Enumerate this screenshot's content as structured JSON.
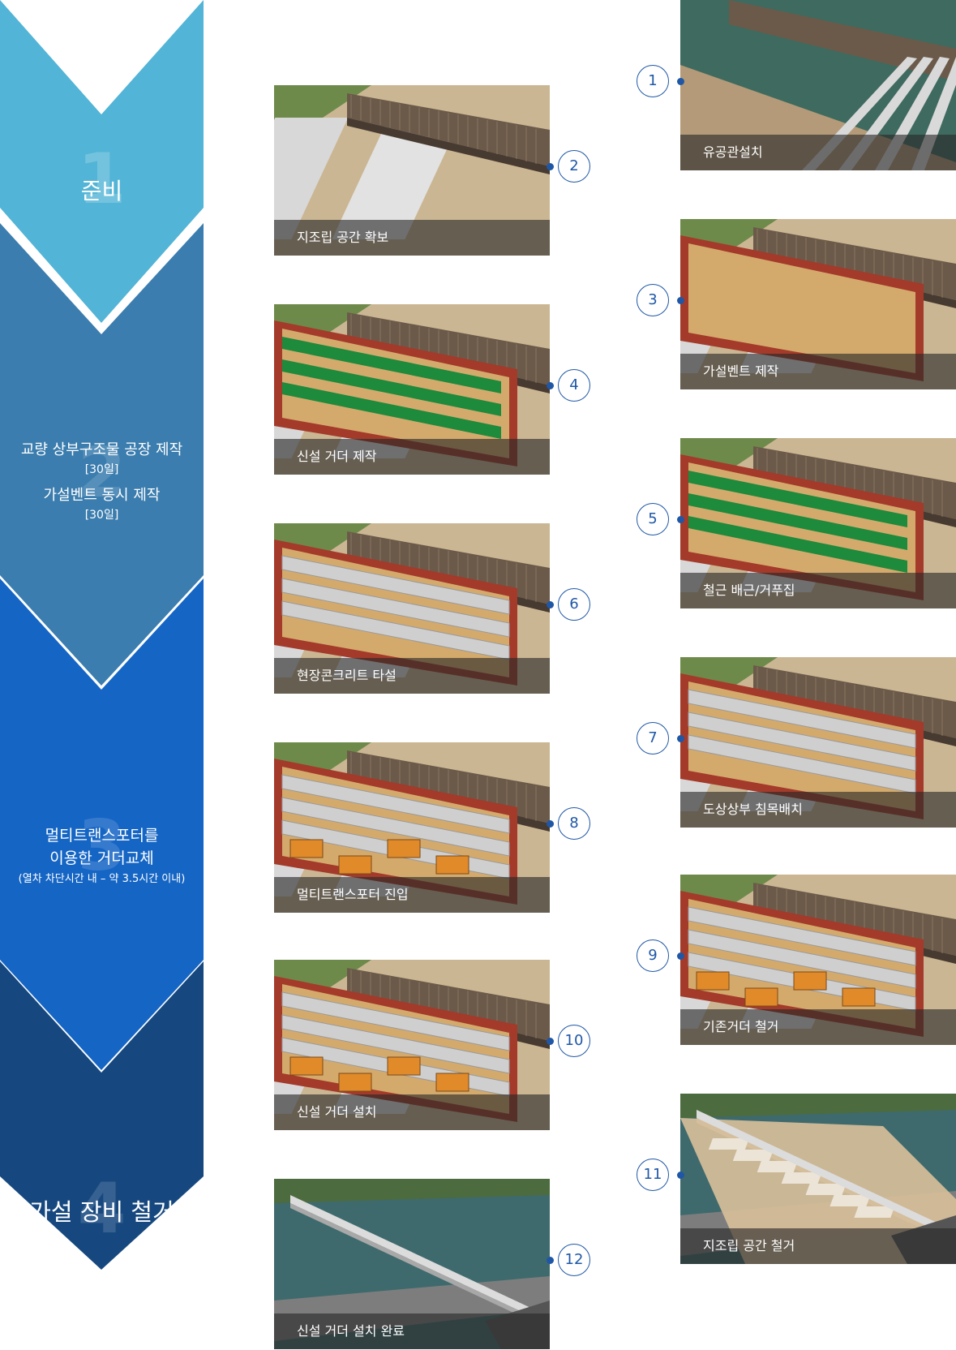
{
  "phases": [
    {
      "number": "1",
      "title_lines": [
        "준비"
      ],
      "subs": [],
      "color": "#52b4d6"
    },
    {
      "number": "2",
      "title_lines": [
        "교량 상부구조물 공장 제작"
      ],
      "sub1": "[30일]",
      "title2": "가설벤트 동시 제작",
      "sub2": "[30일]",
      "color": "#3b7dae"
    },
    {
      "number": "3",
      "title_lines": [
        "멀티트랜스포터를",
        "이용한 거더교체"
      ],
      "note": "(열차 차단시간 내 – 약 3.5시간 이내)",
      "color": "#1565c5"
    },
    {
      "number": "4",
      "title_lines": [
        "가설 장비 철거"
      ],
      "color": "#16487f"
    }
  ],
  "steps": [
    {
      "number": "1",
      "caption": "유공관설치",
      "icon": "pipe-install-scene"
    },
    {
      "number": "2",
      "caption": "지조립 공간 확보",
      "icon": "ground-prep-scene"
    },
    {
      "number": "3",
      "caption": "가설벤트 제작",
      "icon": "bent-scene"
    },
    {
      "number": "4",
      "caption": "신설 거더 제작",
      "icon": "girder-fab-scene"
    },
    {
      "number": "5",
      "caption": "철근 배근/거푸집",
      "icon": "rebar-scene"
    },
    {
      "number": "6",
      "caption": "현장콘크리트 타설",
      "icon": "concrete-scene"
    },
    {
      "number": "7",
      "caption": "도상상부 침목배치",
      "icon": "sleeper-scene"
    },
    {
      "number": "8",
      "caption": "멀티트랜스포터 진입",
      "icon": "transporter-in-scene"
    },
    {
      "number": "9",
      "caption": "기존거더 철거",
      "icon": "remove-girder-scene"
    },
    {
      "number": "10",
      "caption": "신설 거더 설치",
      "icon": "install-girder-scene"
    },
    {
      "number": "11",
      "caption": "지조립 공간 철거",
      "icon": "clear-site-scene"
    },
    {
      "number": "12",
      "caption": "신설 거더 설치 완료",
      "icon": "complete-scene"
    }
  ],
  "colors": {
    "accent": "#1f57a6",
    "caption_bg": "#333333"
  }
}
